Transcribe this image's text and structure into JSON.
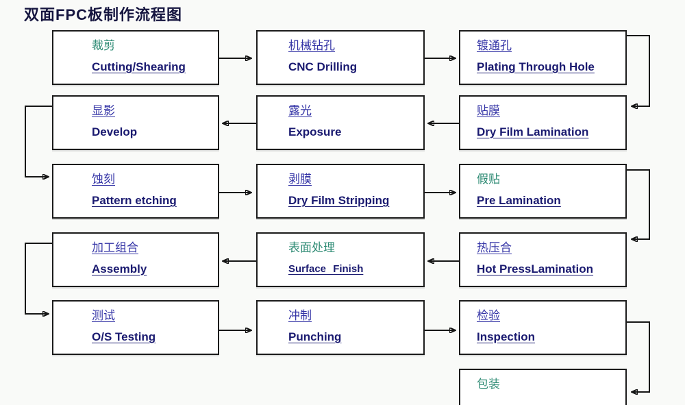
{
  "title": "双面FPC板制作流程图",
  "colors": {
    "chinese_blue": "#3434a6",
    "chinese_green": "#2e8b74",
    "english_navy": "#1a1a70",
    "title_color": "#15153f",
    "box_border": "#1b1b1b",
    "arrow": "#161616",
    "background": "#f9faf8"
  },
  "steps": [
    {
      "zh": "裁剪",
      "en": "Cutting/Shearing"
    },
    {
      "zh": "机械钻孔",
      "en": "CNC Drilling"
    },
    {
      "zh": "镀通孔",
      "en": "Plating Through Hole"
    },
    {
      "zh": "显影",
      "en": "Develop"
    },
    {
      "zh": "露光",
      "en": "Exposure"
    },
    {
      "zh": "贴膜",
      "en": "Dry Film Lamination"
    },
    {
      "zh": "蚀刻",
      "en": "Pattern etching"
    },
    {
      "zh": "剥膜",
      "en": "Dry Film Stripping"
    },
    {
      "zh": "假贴",
      "en": "Pre Lamination"
    },
    {
      "zh": "加工组合",
      "en": "Assembly"
    },
    {
      "zh": "表面处理",
      "en": "Surface Finish"
    },
    {
      "zh": "热压合",
      "en": "Hot PressLamination"
    },
    {
      "zh": "测试",
      "en": "O/S Testing"
    },
    {
      "zh": "冲制",
      "en": "Punching"
    },
    {
      "zh": "检验",
      "en": "Inspection"
    },
    {
      "zh": "包装",
      "en": ""
    }
  ]
}
